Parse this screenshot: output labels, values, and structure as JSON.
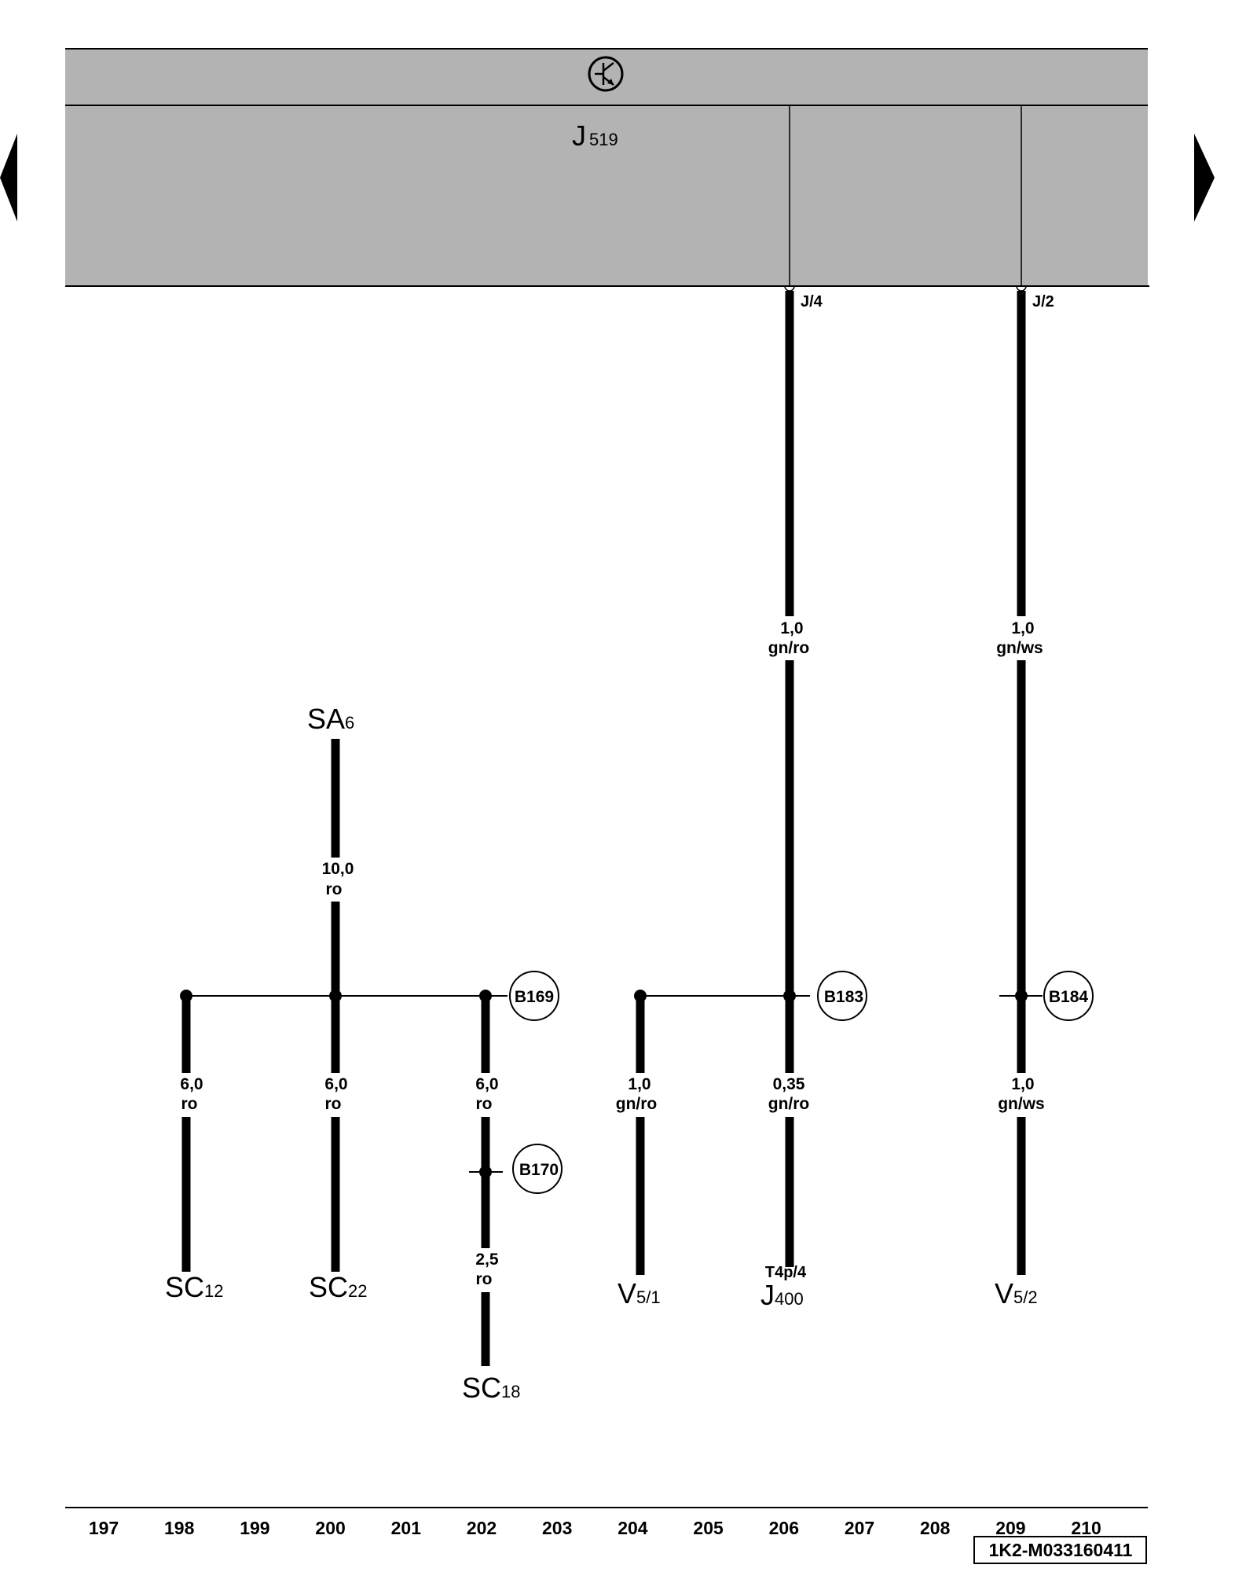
{
  "module": {
    "name": "J",
    "sub": "519",
    "symbol": "transistor-symbol-icon"
  },
  "pins": [
    {
      "id": "j4",
      "label": "J/4"
    },
    {
      "id": "j2",
      "label": "J/2"
    }
  ],
  "wires": {
    "j4_upper": {
      "size": "1,0",
      "color": "gn/ro"
    },
    "j2_upper": {
      "size": "1,0",
      "color": "gn/ws"
    },
    "sa6": {
      "size": "10,0",
      "color": "ro"
    },
    "sc12": {
      "size": "6,0",
      "color": "ro"
    },
    "sc22": {
      "size": "6,0",
      "color": "ro"
    },
    "b169_down": {
      "size": "6,0",
      "color": "ro"
    },
    "sc18": {
      "size": "2,5",
      "color": "ro"
    },
    "v51": {
      "size": "1,0",
      "color": "gn/ro"
    },
    "j400": {
      "size": "0,35",
      "color": "gn/ro"
    },
    "v52": {
      "size": "1,0",
      "color": "gn/ws"
    }
  },
  "junctions": {
    "b169": "B169",
    "b170": "B170",
    "b183": "B183",
    "b184": "B184"
  },
  "terminals": {
    "sa6": {
      "main": "SA",
      "sub": "6"
    },
    "sc12": {
      "main": "SC",
      "sub": "12"
    },
    "sc22": {
      "main": "SC",
      "sub": "22"
    },
    "sc18": {
      "main": "SC",
      "sub": "18"
    },
    "v51": {
      "main": "V",
      "sub": "5/1"
    },
    "j400": {
      "pin": "T4p/4",
      "main": "J",
      "sub": "400"
    },
    "v52": {
      "main": "V",
      "sub": "5/2"
    }
  },
  "columns": [
    "197",
    "198",
    "199",
    "200",
    "201",
    "202",
    "203",
    "204",
    "205",
    "206",
    "207",
    "208",
    "209",
    "210"
  ],
  "footer": {
    "code": "1K2-M033160411"
  },
  "navigation": {
    "prev_icon": "triangle-left-icon",
    "next_icon": "triangle-right-icon"
  },
  "colors": {
    "module_fill": "#b3b3b3",
    "wire": "#000000",
    "background": "#ffffff"
  }
}
